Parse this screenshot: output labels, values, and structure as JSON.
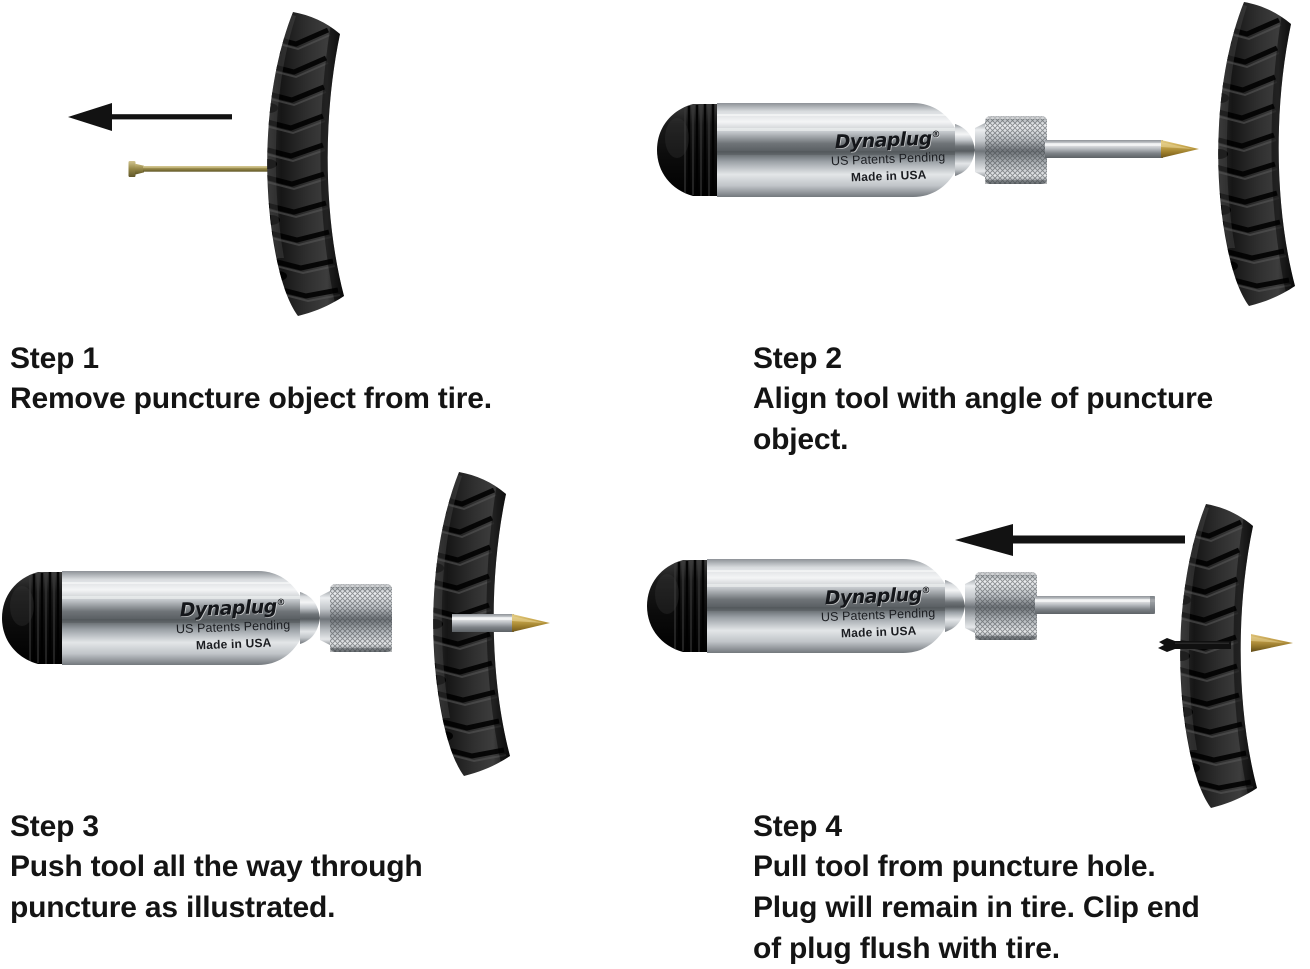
{
  "document": {
    "kind": "instruction-diagram",
    "background_color": "#ffffff",
    "text_color": "#141414"
  },
  "product": {
    "brand": "Dynaplug",
    "brand_mark": "®",
    "patent_line": "US Patents Pending",
    "origin_line": "Made in USA"
  },
  "colors": {
    "tire_black": "#1c1c1c",
    "tire_tread_shadow": "#000000",
    "tire_highlight": "#4a4a4a",
    "aluminum_light": "#f2f3f4",
    "aluminum_mid": "#b9bcc0",
    "aluminum_dark": "#6d7176",
    "rubber_cap": "#121212",
    "brass_tip": "#b8913c",
    "steel_shaft": "#9ea3a8",
    "arrow_black": "#121212",
    "nail_brass": "#9a8a4e"
  },
  "panels": [
    {
      "id": "step-1",
      "step_title": "Step 1",
      "step_body": "Remove puncture object from tire.",
      "shows_tool": false,
      "shows_nail": true,
      "shows_arrow": true,
      "arrow_direction": "left",
      "arrow_weight": "thin",
      "shows_plug": false
    },
    {
      "id": "step-2",
      "step_title": "Step 2",
      "step_body": "Align tool with angle of puncture\nobject.",
      "shows_tool": true,
      "shows_nail": false,
      "shows_arrow": false,
      "arrow_direction": "",
      "arrow_weight": "",
      "shows_plug": false
    },
    {
      "id": "step-3",
      "step_title": "Step 3",
      "step_body": "Push tool all the way through\npuncture as illustrated.",
      "shows_tool": true,
      "shows_nail": false,
      "shows_arrow": false,
      "arrow_direction": "",
      "arrow_weight": "",
      "shows_plug": false
    },
    {
      "id": "step-4",
      "step_title": "Step 4",
      "step_body": "Pull tool from puncture hole.\nPlug will remain in tire. Clip end\nof plug flush with tire.",
      "shows_tool": true,
      "shows_nail": false,
      "shows_arrow": true,
      "arrow_direction": "left",
      "arrow_weight": "thick",
      "shows_plug": true
    }
  ]
}
